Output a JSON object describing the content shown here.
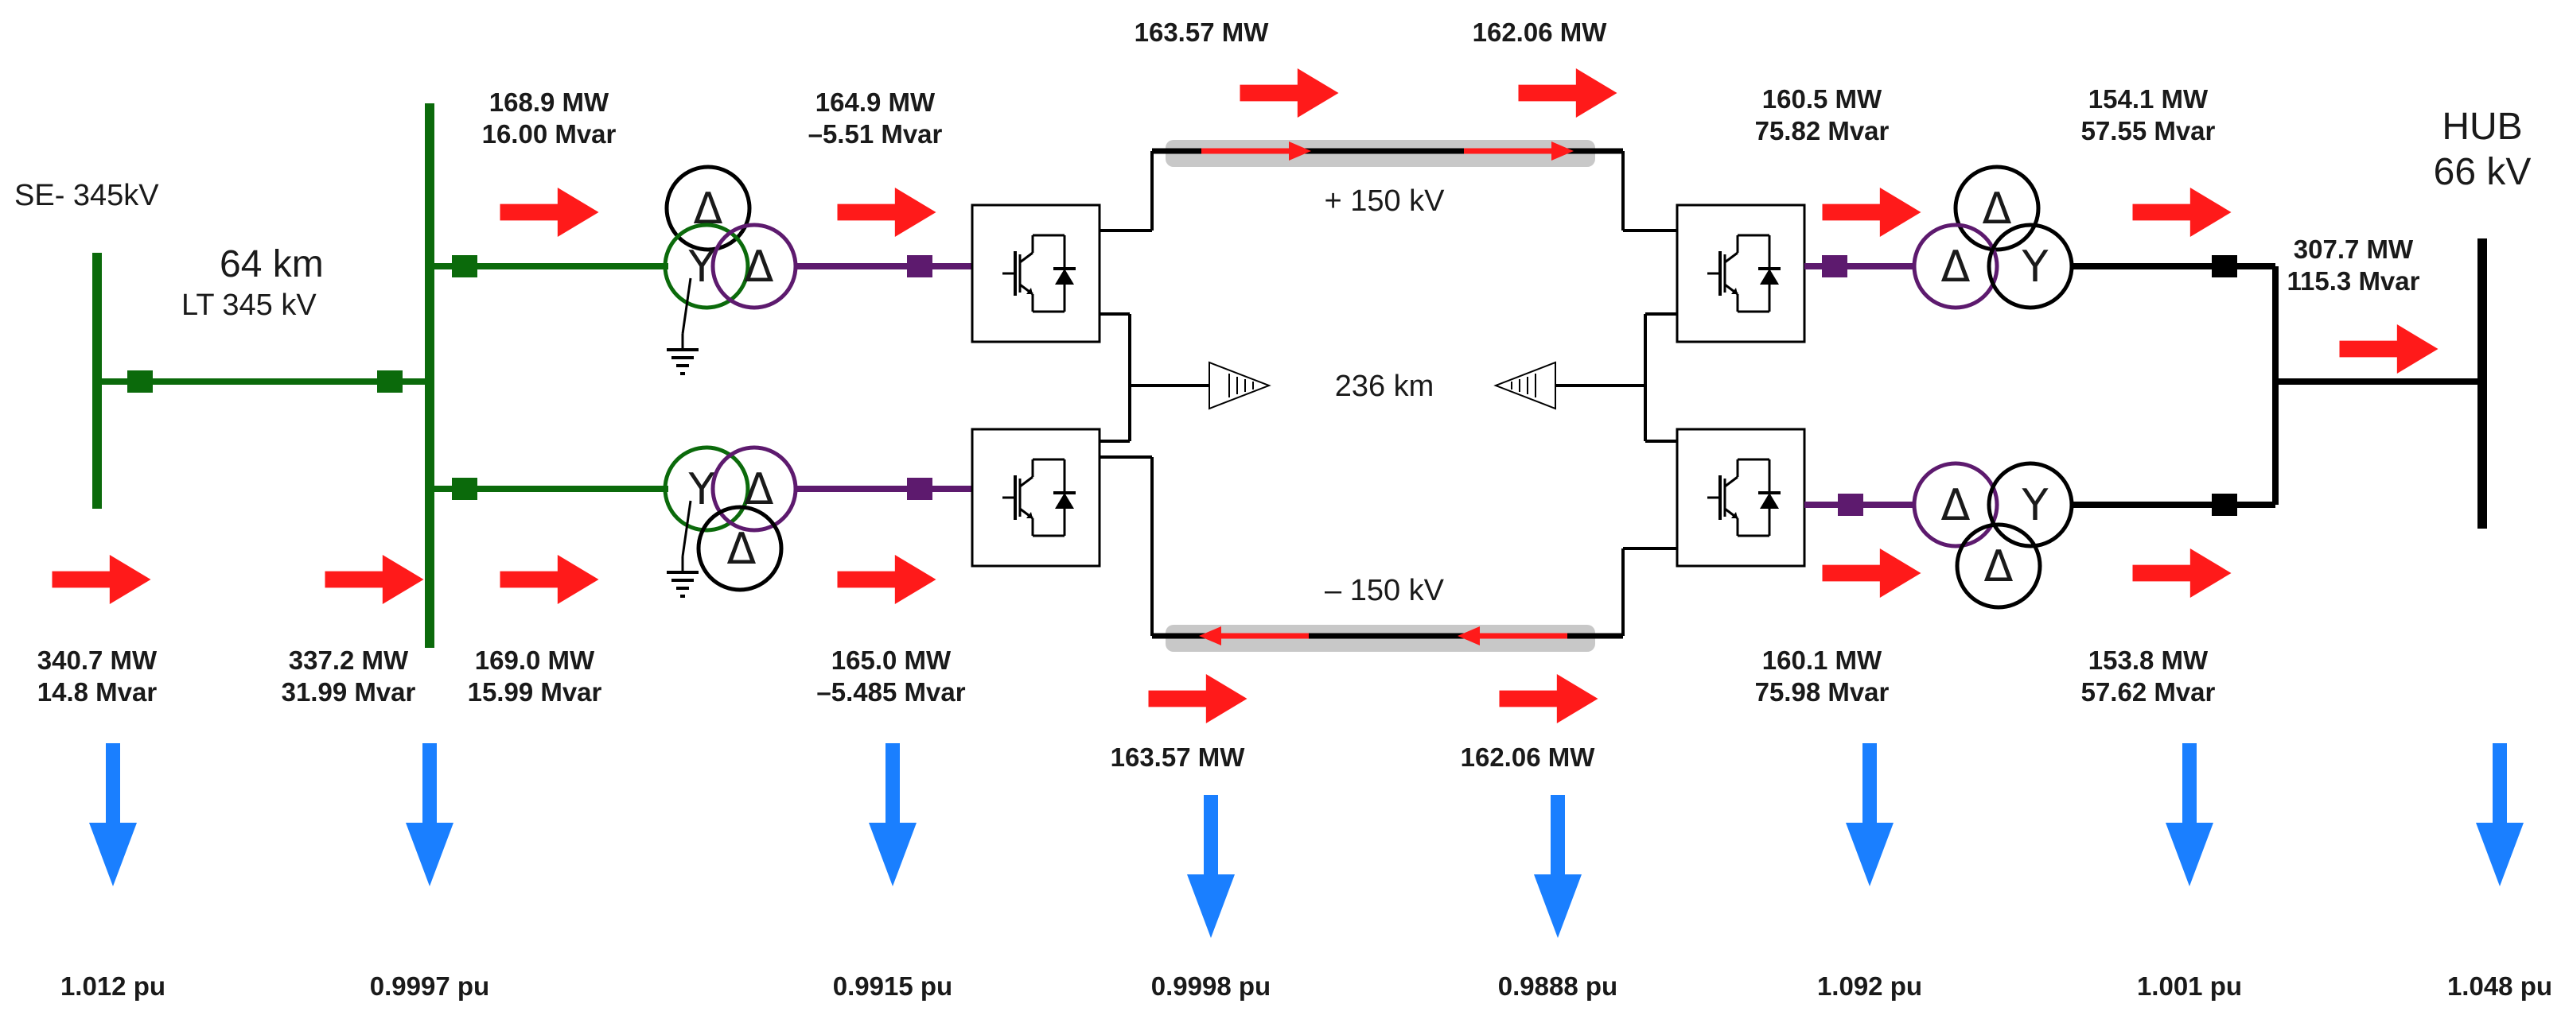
{
  "colors": {
    "ac": "#0b6a0b",
    "xfmr": "#5d1a6e",
    "dc": "#000000",
    "arrow_red": "#ff1a1a",
    "arrow_blue": "#1a7fff",
    "cable": "#c8c8c8"
  },
  "labels": {
    "se_bus": "SE- 345kV",
    "line_len": "64 km",
    "line_kv": "LT  345 kV",
    "hub_name": "HUB",
    "hub_kv": "66 kV",
    "dc_pos": "+ 150 kV",
    "dc_neg": "– 150 kV",
    "dc_len": "236 km",
    "delta": "Δ",
    "wye": "Y"
  },
  "flows": {
    "f1": {
      "mw": "340.7 MW",
      "mvar": "14.8 Mvar"
    },
    "f2": {
      "mw": "337.2 MW",
      "mvar": "31.99 Mvar"
    },
    "f3": {
      "mw": "168.9 MW",
      "mvar": "16.00 Mvar"
    },
    "f4": {
      "mw": "169.0 MW",
      "mvar": "15.99 Mvar"
    },
    "f5": {
      "mw": "164.9 MW",
      "mvar": "–5.51 Mvar"
    },
    "f6": {
      "mw": "165.0 MW",
      "mvar": "–5.485 Mvar"
    },
    "f7": {
      "mw": "163.57 MW"
    },
    "f8": {
      "mw": "162.06 MW"
    },
    "f9": {
      "mw": "163.57 MW"
    },
    "f10": {
      "mw": "162.06 MW"
    },
    "f11": {
      "mw": "160.5 MW",
      "mvar": "75.82 Mvar"
    },
    "f12": {
      "mw": "160.1 MW",
      "mvar": "75.98 Mvar"
    },
    "f13": {
      "mw": "154.1 MW",
      "mvar": "57.55 Mvar"
    },
    "f14": {
      "mw": "153.8 MW",
      "mvar": "57.62 Mvar"
    },
    "f15": {
      "mw": "307.7 MW",
      "mvar": "115.3 Mvar"
    }
  },
  "voltages": {
    "v1": "1.012 pu",
    "v2": "0.9997 pu",
    "v3": "0.9915 pu",
    "v4": "0.9998 pu",
    "v5": "0.9888 pu",
    "v6": "1.092 pu",
    "v7": "1.001 pu",
    "v8": "1.048 pu"
  }
}
